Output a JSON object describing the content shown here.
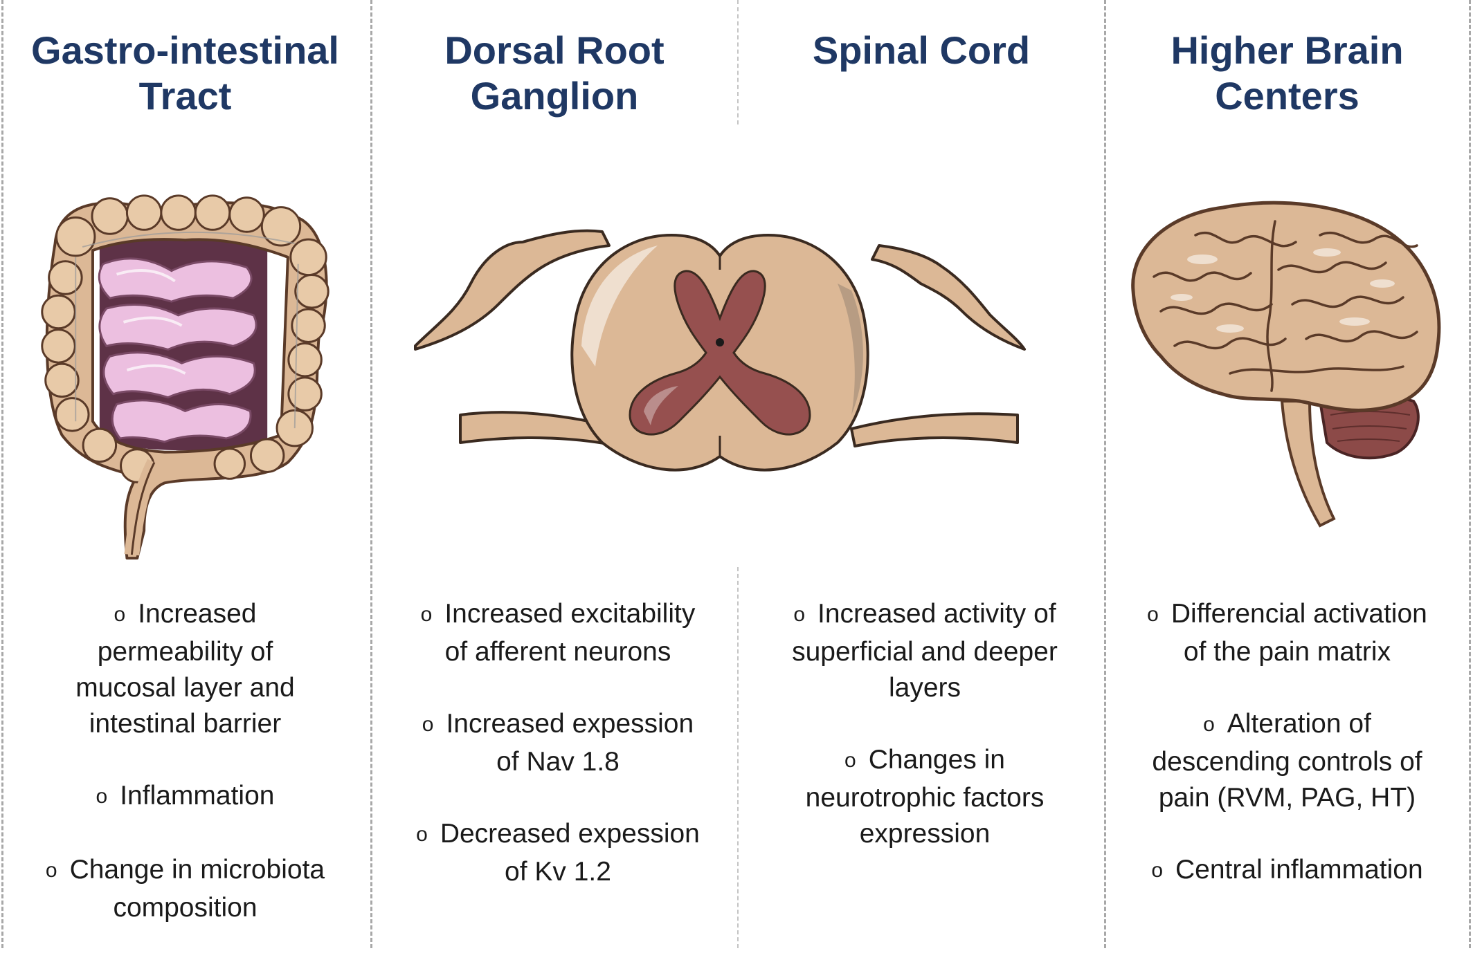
{
  "colors": {
    "title": "#1f3864",
    "text": "#1a1a1a",
    "divider": "#a8a8a8",
    "tissue": "#dcb896",
    "tissue_outline": "#5a3a28",
    "grey_matter": "#96504f",
    "intestine": "#ecbfe0",
    "cerebellum": "#8c4a48"
  },
  "columns": [
    {
      "title_lines": [
        "Gastro-intestinal",
        "Tract"
      ],
      "illustration": "intestine-illustration",
      "bullets": [
        [
          "Increased",
          "permeability of",
          "mucosal layer and",
          "intestinal barrier"
        ],
        [
          "Inflammation"
        ],
        [
          "Change in microbiota",
          "composition"
        ]
      ]
    },
    {
      "title_lines": [
        "Dorsal Root",
        "Ganglion"
      ],
      "illustration": "spinal-cord-cross-section",
      "bullets": [
        [
          "Increased excitability",
          "of afferent neurons"
        ],
        [
          "Increased expession",
          "of Nav 1.8"
        ],
        [
          "Decreased expession",
          "of Kv 1.2"
        ]
      ]
    },
    {
      "title_lines": [
        "Spinal Cord"
      ],
      "illustration": "",
      "bullets": [
        [
          "Increased activity of",
          "superficial and deeper",
          "layers"
        ],
        [
          "Changes in",
          "neurotrophic factors",
          "expression"
        ]
      ]
    },
    {
      "title_lines": [
        "Higher Brain",
        "Centers"
      ],
      "illustration": "brain-illustration",
      "bullets": [
        [
          "Differencial activation",
          "of the pain matrix"
        ],
        [
          "Alteration of",
          "descending controls of",
          "pain (RVM, PAG, HT)"
        ],
        [
          "Central inflammation"
        ]
      ]
    }
  ]
}
